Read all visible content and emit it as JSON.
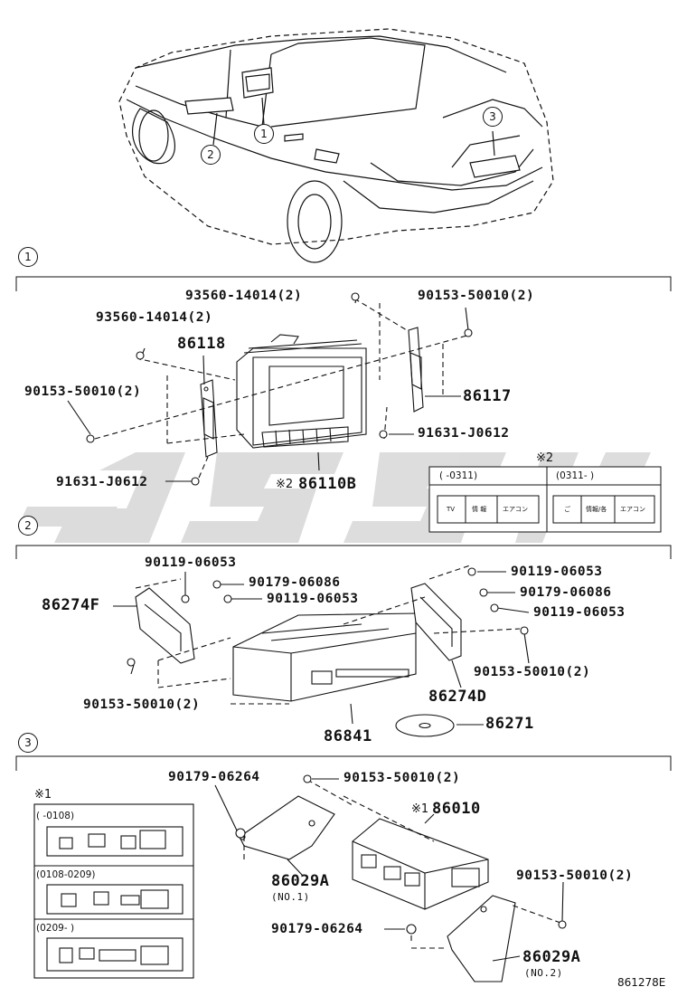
{
  "drawing_code": "861278E",
  "sections": [
    {
      "index": "1"
    },
    {
      "index": "2"
    },
    {
      "index": "3"
    }
  ],
  "car": {
    "callouts": [
      "1",
      "2",
      "3"
    ]
  },
  "section1": {
    "labels": {
      "screw_top": "93560-14014(2)",
      "bolt_right_top": "90153-50010(2)",
      "screw_left": "93560-14014(2)",
      "bracket_left": "86118",
      "bolt_left": "90153-50010(2)",
      "bracket_right": "86117",
      "screw_right": "91631-J0612",
      "screw_bottom": "91631-J0612",
      "display_unit": "86110B",
      "display_note": "※2"
    },
    "variant_table": {
      "note": "※2",
      "col1_header": "(    -0311)",
      "col2_header": "(0311-    )",
      "col1_buttons": [
        "TV",
        "情 報",
        "エアコン"
      ],
      "col2_buttons": [
        "ご",
        "情報/各",
        "エアコン"
      ]
    }
  },
  "section2": {
    "labels": {
      "bolt_top_left": "90119-06053",
      "clip_left": "90179-06086",
      "bolt_mid_left": "90119-06053",
      "bracket_left": "86274F",
      "bolt_bottom_left": "90153-50010(2)",
      "player": "86841",
      "bolt_top_right": "90119-06053",
      "clip_right": "90179-06086",
      "bolt_mid_right": "90119-06053",
      "bolt_bottom_right": "90153-50010(2)",
      "bracket_right": "86274D",
      "disc": "86271"
    }
  },
  "section3": {
    "labels": {
      "nut_top": "90179-06264",
      "bolt_top": "90153-50010(2)",
      "amp_note": "※1",
      "amplifier": "86010",
      "bracket_no1": "86029A",
      "bracket_no1_sub": "(NO.1)",
      "bolt_right": "90153-50010(2)",
      "nut_bottom": "90179-06264",
      "bracket_no2": "86029A",
      "bracket_no2_sub": "(NO.2)"
    },
    "variant_panel": {
      "note": "※1",
      "rows": [
        "(    -0108)",
        "(0108-0209)",
        "(0209-    )"
      ]
    }
  }
}
